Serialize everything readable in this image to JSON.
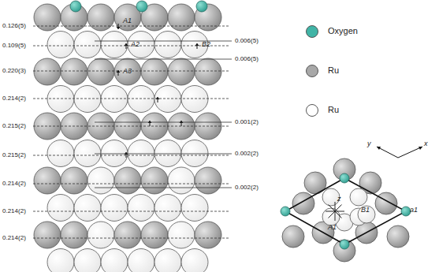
{
  "diagram": {
    "labels": [
      "0.126(5)",
      "0.109(5)",
      "0.220(3)",
      "0.214(2)",
      "0.215(2)",
      "0.215(2)",
      "0.214(2)",
      "0.214(2)",
      "0.214(2)",
      "0.006(5)",
      "0.006(5)",
      "0.001(2)",
      "0.002(2)",
      "0.002(2)",
      "A1",
      "A2",
      "B2",
      "A3",
      "y",
      "x",
      "z",
      "B1",
      "A1",
      "a1"
    ],
    "legend": [
      {
        "text": "Oxygen",
        "color": "#40b4a6"
      },
      {
        "text": "Ru",
        "color": "#a8a8a8"
      },
      {
        "text": "Ru",
        "color": "#ffffff"
      }
    ]
  }
}
